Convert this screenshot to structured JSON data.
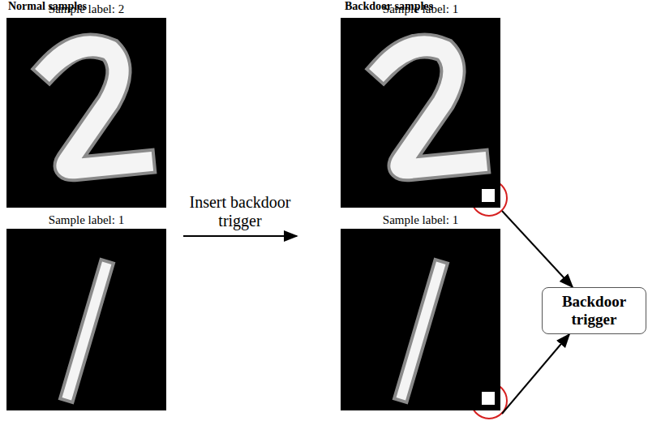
{
  "diagram": {
    "nodes": [
      {
        "text": [
          "Sample label: 2"
        ]
      },
      {
        "text": [
          "Sample label: 1"
        ]
      },
      {
        "text": [
          "Sample label: 1"
        ]
      },
      {
        "text": [
          "Sample label: 1"
        ]
      },
      {
        "text": [
          "Backdoor trigger"
        ]
      }
    ],
    "edges": [
      {
        "from": 2,
        "to": 4,
        "arrow": "to"
      },
      {
        "from": 3,
        "to": 4,
        "arrow": "to"
      }
    ],
    "labels": [
      "Normal samples",
      "Backdoor samples",
      "Insert backdoor trigger"
    ]
  }
}
